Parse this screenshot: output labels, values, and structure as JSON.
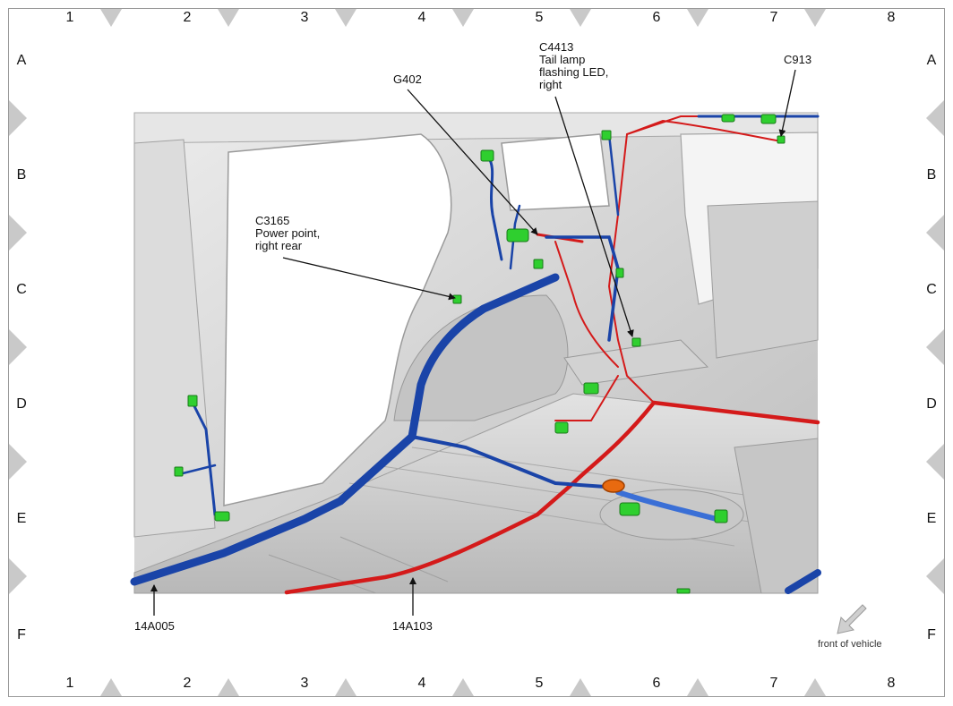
{
  "grid": {
    "columns": [
      "1",
      "2",
      "3",
      "4",
      "5",
      "6",
      "7",
      "8"
    ],
    "rows": [
      "A",
      "B",
      "C",
      "D",
      "E",
      "F"
    ]
  },
  "callouts": {
    "g402": "G402",
    "c4413": "C4413\nTail lamp\nflashing LED,\nright",
    "c913": "C913",
    "c3165": "C3165\nPower point,\nright rear",
    "h14a005": "14A005",
    "h14a103": "14A103"
  },
  "orientation": {
    "label": "front of vehicle"
  },
  "colors": {
    "harness_blue": "#1a44a8",
    "harness_red": "#d41a1a",
    "connector_green": "#2fcf2f",
    "body_gray": "#d8d8d8",
    "grommet_orange": "#e86a10"
  }
}
